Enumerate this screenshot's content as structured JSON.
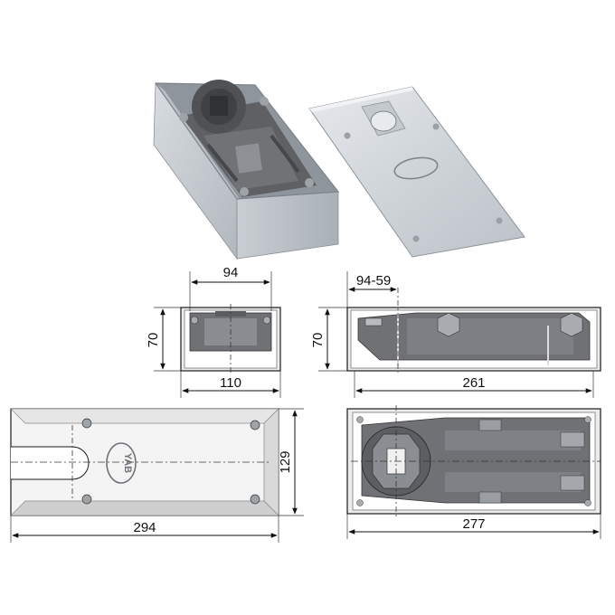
{
  "brand": "YAB",
  "colors": {
    "metal_light": "#d9dde1",
    "metal_mid": "#b8bec5",
    "metal_dark": "#8c939b",
    "mechanism": "#6b6d70",
    "line": "#1a1a1a",
    "background": "#ffffff"
  },
  "dimensions": {
    "end_width": "94",
    "end_height": "70",
    "end_outer_width": "110",
    "side_offset": "94-59",
    "side_height": "70",
    "side_length": "261",
    "plate_length": "294",
    "plate_width": "129",
    "top_length": "277"
  }
}
